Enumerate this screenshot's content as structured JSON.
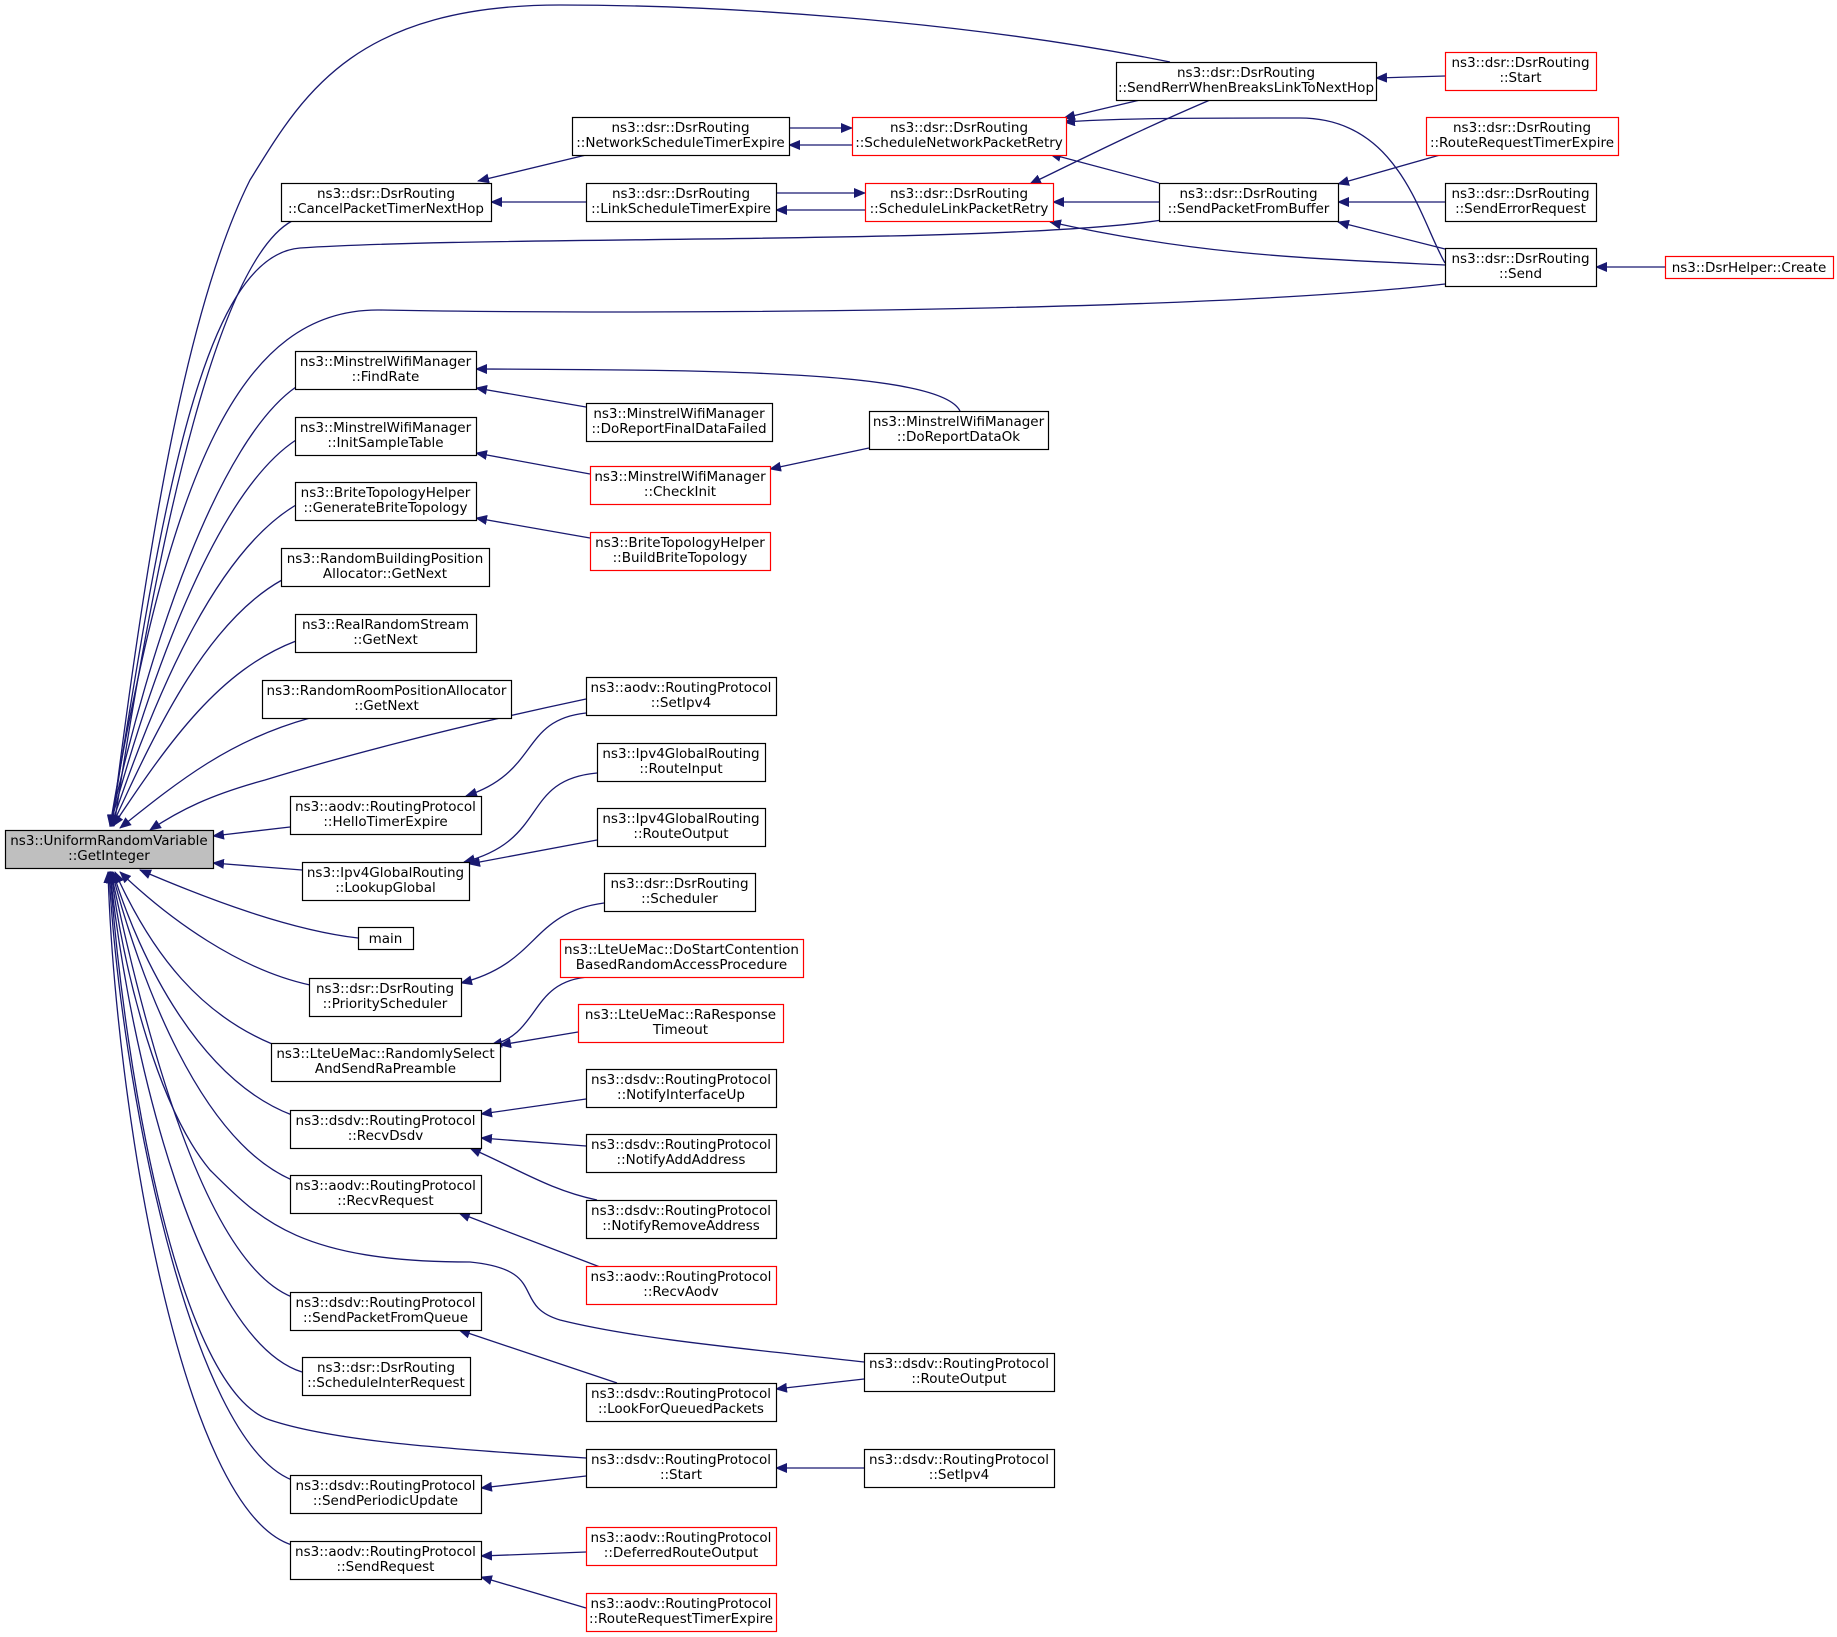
{
  "graph": {
    "type": "call-graph",
    "colors": {
      "edge": "#191970",
      "node_border_normal": "#000000",
      "node_border_truncated": "#ff0000",
      "root_fill": "#bfbfbf",
      "node_fill": "#ffffff"
    },
    "nodes": [
      {
        "id": "root",
        "lines": [
          "ns3::UniformRandomVariable",
          "::GetInteger"
        ],
        "style": "root"
      },
      {
        "id": "cancelTimer",
        "lines": [
          "ns3::dsr::DsrRouting",
          "::CancelPacketTimerNextHop"
        ],
        "style": "normal"
      },
      {
        "id": "netSched",
        "lines": [
          "ns3::dsr::DsrRouting",
          "::NetworkScheduleTimerExpire"
        ],
        "style": "normal"
      },
      {
        "id": "linkSched",
        "lines": [
          "ns3::dsr::DsrRouting",
          "::LinkScheduleTimerExpire"
        ],
        "style": "normal"
      },
      {
        "id": "schedNetRetry",
        "lines": [
          "ns3::dsr::DsrRouting",
          "::ScheduleNetworkPacketRetry"
        ],
        "style": "truncated"
      },
      {
        "id": "schedLinkRetry",
        "lines": [
          "ns3::dsr::DsrRouting",
          "::ScheduleLinkPacketRetry"
        ],
        "style": "truncated"
      },
      {
        "id": "sendRerr",
        "lines": [
          "ns3::dsr::DsrRouting",
          "::SendRerrWhenBreaksLinkToNextHop"
        ],
        "style": "normal"
      },
      {
        "id": "dsrStart",
        "lines": [
          "ns3::dsr::DsrRouting",
          "::Start"
        ],
        "style": "truncated"
      },
      {
        "id": "sendFromBuf",
        "lines": [
          "ns3::dsr::DsrRouting",
          "::SendPacketFromBuffer"
        ],
        "style": "normal"
      },
      {
        "id": "rreqTimer",
        "lines": [
          "ns3::dsr::DsrRouting",
          "::RouteRequestTimerExpire"
        ],
        "style": "truncated"
      },
      {
        "id": "sendErrReq",
        "lines": [
          "ns3::dsr::DsrRouting",
          "::SendErrorRequest"
        ],
        "style": "normal"
      },
      {
        "id": "dsrSend",
        "lines": [
          "ns3::dsr::DsrRouting",
          "::Send"
        ],
        "style": "normal"
      },
      {
        "id": "dsrCreate",
        "lines": [
          "ns3::DsrHelper::Create"
        ],
        "style": "truncated"
      },
      {
        "id": "findRate",
        "lines": [
          "ns3::MinstrelWifiManager",
          "::FindRate"
        ],
        "style": "normal"
      },
      {
        "id": "reportFinal",
        "lines": [
          "ns3::MinstrelWifiManager",
          "::DoReportFinalDataFailed"
        ],
        "style": "normal"
      },
      {
        "id": "reportOk",
        "lines": [
          "ns3::MinstrelWifiManager",
          "::DoReportDataOk"
        ],
        "style": "normal"
      },
      {
        "id": "initSample",
        "lines": [
          "ns3::MinstrelWifiManager",
          "::InitSampleTable"
        ],
        "style": "normal"
      },
      {
        "id": "checkInit",
        "lines": [
          "ns3::MinstrelWifiManager",
          "::CheckInit"
        ],
        "style": "truncated"
      },
      {
        "id": "genBrite",
        "lines": [
          "ns3::BriteTopologyHelper",
          "::GenerateBriteTopology"
        ],
        "style": "normal"
      },
      {
        "id": "buildBrite",
        "lines": [
          "ns3::BriteTopologyHelper",
          "::BuildBriteTopology"
        ],
        "style": "truncated"
      },
      {
        "id": "randBuilding",
        "lines": [
          "ns3::RandomBuildingPosition",
          "Allocator::GetNext"
        ],
        "style": "normal"
      },
      {
        "id": "realRandom",
        "lines": [
          "ns3::RealRandomStream",
          "::GetNext"
        ],
        "style": "normal"
      },
      {
        "id": "randRoom",
        "lines": [
          "ns3::RandomRoomPositionAllocator",
          "::GetNext"
        ],
        "style": "normal"
      },
      {
        "id": "aodvSetIpv4",
        "lines": [
          "ns3::aodv::RoutingProtocol",
          "::SetIpv4"
        ],
        "style": "normal"
      },
      {
        "id": "helloTimer",
        "lines": [
          "ns3::aodv::RoutingProtocol",
          "::HelloTimerExpire"
        ],
        "style": "normal"
      },
      {
        "id": "routeInput",
        "lines": [
          "ns3::Ipv4GlobalRouting",
          "::RouteInput"
        ],
        "style": "normal"
      },
      {
        "id": "routeOutputG",
        "lines": [
          "ns3::Ipv4GlobalRouting",
          "::RouteOutput"
        ],
        "style": "normal"
      },
      {
        "id": "lookupGlobal",
        "lines": [
          "ns3::Ipv4GlobalRouting",
          "::LookupGlobal"
        ],
        "style": "normal"
      },
      {
        "id": "main",
        "lines": [
          "main"
        ],
        "style": "normal"
      },
      {
        "id": "scheduler",
        "lines": [
          "ns3::dsr::DsrRouting",
          "::Scheduler"
        ],
        "style": "normal"
      },
      {
        "id": "prioSched",
        "lines": [
          "ns3::dsr::DsrRouting",
          "::PriorityScheduler"
        ],
        "style": "normal"
      },
      {
        "id": "doStartCont",
        "lines": [
          "ns3::LteUeMac::DoStartContention",
          "BasedRandomAccessProcedure"
        ],
        "style": "truncated"
      },
      {
        "id": "raResp",
        "lines": [
          "ns3::LteUeMac::RaResponse",
          "Timeout"
        ],
        "style": "truncated"
      },
      {
        "id": "randSelect",
        "lines": [
          "ns3::LteUeMac::RandomlySelect",
          "AndSendRaPreamble"
        ],
        "style": "normal"
      },
      {
        "id": "notifyUp",
        "lines": [
          "ns3::dsdv::RoutingProtocol",
          "::NotifyInterfaceUp"
        ],
        "style": "normal"
      },
      {
        "id": "notifyAdd",
        "lines": [
          "ns3::dsdv::RoutingProtocol",
          "::NotifyAddAddress"
        ],
        "style": "normal"
      },
      {
        "id": "notifyRemove",
        "lines": [
          "ns3::dsdv::RoutingProtocol",
          "::NotifyRemoveAddress"
        ],
        "style": "normal"
      },
      {
        "id": "recvDsdv",
        "lines": [
          "ns3::dsdv::RoutingProtocol",
          "::RecvDsdv"
        ],
        "style": "normal"
      },
      {
        "id": "recvRequest",
        "lines": [
          "ns3::aodv::RoutingProtocol",
          "::RecvRequest"
        ],
        "style": "normal"
      },
      {
        "id": "recvAodv",
        "lines": [
          "ns3::aodv::RoutingProtocol",
          "::RecvAodv"
        ],
        "style": "truncated"
      },
      {
        "id": "sendFromQueue",
        "lines": [
          "ns3::dsdv::RoutingProtocol",
          "::SendPacketFromQueue"
        ],
        "style": "normal"
      },
      {
        "id": "dsdvRouteOutput",
        "lines": [
          "ns3::dsdv::RoutingProtocol",
          "::RouteOutput"
        ],
        "style": "normal"
      },
      {
        "id": "schedInterReq",
        "lines": [
          "ns3::dsr::DsrRouting",
          "::ScheduleInterRequest"
        ],
        "style": "normal"
      },
      {
        "id": "lookForQueued",
        "lines": [
          "ns3::dsdv::RoutingProtocol",
          "::LookForQueuedPackets"
        ],
        "style": "normal"
      },
      {
        "id": "dsdvStart",
        "lines": [
          "ns3::dsdv::RoutingProtocol",
          "::Start"
        ],
        "style": "normal"
      },
      {
        "id": "dsdvSetIpv4",
        "lines": [
          "ns3::dsdv::RoutingProtocol",
          "::SetIpv4"
        ],
        "style": "normal"
      },
      {
        "id": "sendPeriodic",
        "lines": [
          "ns3::dsdv::RoutingProtocol",
          "::SendPeriodicUpdate"
        ],
        "style": "normal"
      },
      {
        "id": "aodvSendReq",
        "lines": [
          "ns3::aodv::RoutingProtocol",
          "::SendRequest"
        ],
        "style": "normal"
      },
      {
        "id": "deferredRoute",
        "lines": [
          "ns3::aodv::RoutingProtocol",
          "::DeferredRouteOutput"
        ],
        "style": "truncated"
      },
      {
        "id": "aodvRreqTimer",
        "lines": [
          "ns3::aodv::RoutingProtocol",
          "::RouteRequestTimerExpire"
        ],
        "style": "truncated"
      }
    ],
    "edges": [
      {
        "callee": "root",
        "caller": "cancelTimer"
      },
      {
        "callee": "root",
        "caller": "sendRerr"
      },
      {
        "callee": "root",
        "caller": "sendFromBuf"
      },
      {
        "callee": "root",
        "caller": "dsrSend"
      },
      {
        "callee": "root",
        "caller": "findRate"
      },
      {
        "callee": "root",
        "caller": "initSample"
      },
      {
        "callee": "root",
        "caller": "genBrite"
      },
      {
        "callee": "root",
        "caller": "randBuilding"
      },
      {
        "callee": "root",
        "caller": "realRandom"
      },
      {
        "callee": "root",
        "caller": "randRoom"
      },
      {
        "callee": "root",
        "caller": "aodvSetIpv4"
      },
      {
        "callee": "root",
        "caller": "helloTimer"
      },
      {
        "callee": "root",
        "caller": "lookupGlobal"
      },
      {
        "callee": "root",
        "caller": "main"
      },
      {
        "callee": "root",
        "caller": "prioSched"
      },
      {
        "callee": "root",
        "caller": "randSelect"
      },
      {
        "callee": "root",
        "caller": "recvDsdv"
      },
      {
        "callee": "root",
        "caller": "recvRequest"
      },
      {
        "callee": "root",
        "caller": "dsdvRouteOutput"
      },
      {
        "callee": "root",
        "caller": "sendFromQueue"
      },
      {
        "callee": "root",
        "caller": "schedInterReq"
      },
      {
        "callee": "root",
        "caller": "dsdvStart"
      },
      {
        "callee": "root",
        "caller": "sendPeriodic"
      },
      {
        "callee": "root",
        "caller": "aodvSendReq"
      },
      {
        "callee": "cancelTimer",
        "caller": "netSched"
      },
      {
        "callee": "cancelTimer",
        "caller": "linkSched"
      },
      {
        "callee": "netSched",
        "caller": "schedNetRetry"
      },
      {
        "callee": "schedNetRetry",
        "caller": "netSched"
      },
      {
        "callee": "linkSched",
        "caller": "schedLinkRetry"
      },
      {
        "callee": "schedLinkRetry",
        "caller": "linkSched"
      },
      {
        "callee": "schedNetRetry",
        "caller": "sendRerr"
      },
      {
        "callee": "schedNetRetry",
        "caller": "dsrSend"
      },
      {
        "callee": "schedNetRetry",
        "caller": "sendFromBuf"
      },
      {
        "callee": "schedLinkRetry",
        "caller": "sendRerr"
      },
      {
        "callee": "schedLinkRetry",
        "caller": "sendFromBuf"
      },
      {
        "callee": "schedLinkRetry",
        "caller": "dsrSend"
      },
      {
        "callee": "sendRerr",
        "caller": "dsrStart"
      },
      {
        "callee": "sendFromBuf",
        "caller": "rreqTimer"
      },
      {
        "callee": "sendFromBuf",
        "caller": "sendErrReq"
      },
      {
        "callee": "sendFromBuf",
        "caller": "dsrSend"
      },
      {
        "callee": "dsrSend",
        "caller": "dsrCreate"
      },
      {
        "callee": "findRate",
        "caller": "reportOk"
      },
      {
        "callee": "findRate",
        "caller": "reportFinal"
      },
      {
        "callee": "initSample",
        "caller": "checkInit"
      },
      {
        "callee": "checkInit",
        "caller": "reportOk"
      },
      {
        "callee": "genBrite",
        "caller": "buildBrite"
      },
      {
        "callee": "helloTimer",
        "caller": "aodvSetIpv4"
      },
      {
        "callee": "lookupGlobal",
        "caller": "routeInput"
      },
      {
        "callee": "lookupGlobal",
        "caller": "routeOutputG"
      },
      {
        "callee": "prioSched",
        "caller": "scheduler"
      },
      {
        "callee": "randSelect",
        "caller": "doStartCont"
      },
      {
        "callee": "randSelect",
        "caller": "raResp"
      },
      {
        "callee": "recvDsdv",
        "caller": "notifyUp"
      },
      {
        "callee": "recvDsdv",
        "caller": "notifyAdd"
      },
      {
        "callee": "recvDsdv",
        "caller": "notifyRemove"
      },
      {
        "callee": "recvRequest",
        "caller": "recvAodv"
      },
      {
        "callee": "sendFromQueue",
        "caller": "lookForQueued"
      },
      {
        "callee": "lookForQueued",
        "caller": "dsdvRouteOutput"
      },
      {
        "callee": "dsdvStart",
        "caller": "dsdvSetIpv4"
      },
      {
        "callee": "sendPeriodic",
        "caller": "dsdvStart"
      },
      {
        "callee": "aodvSendReq",
        "caller": "deferredRoute"
      },
      {
        "callee": "aodvSendReq",
        "caller": "aodvRreqTimer"
      }
    ]
  }
}
